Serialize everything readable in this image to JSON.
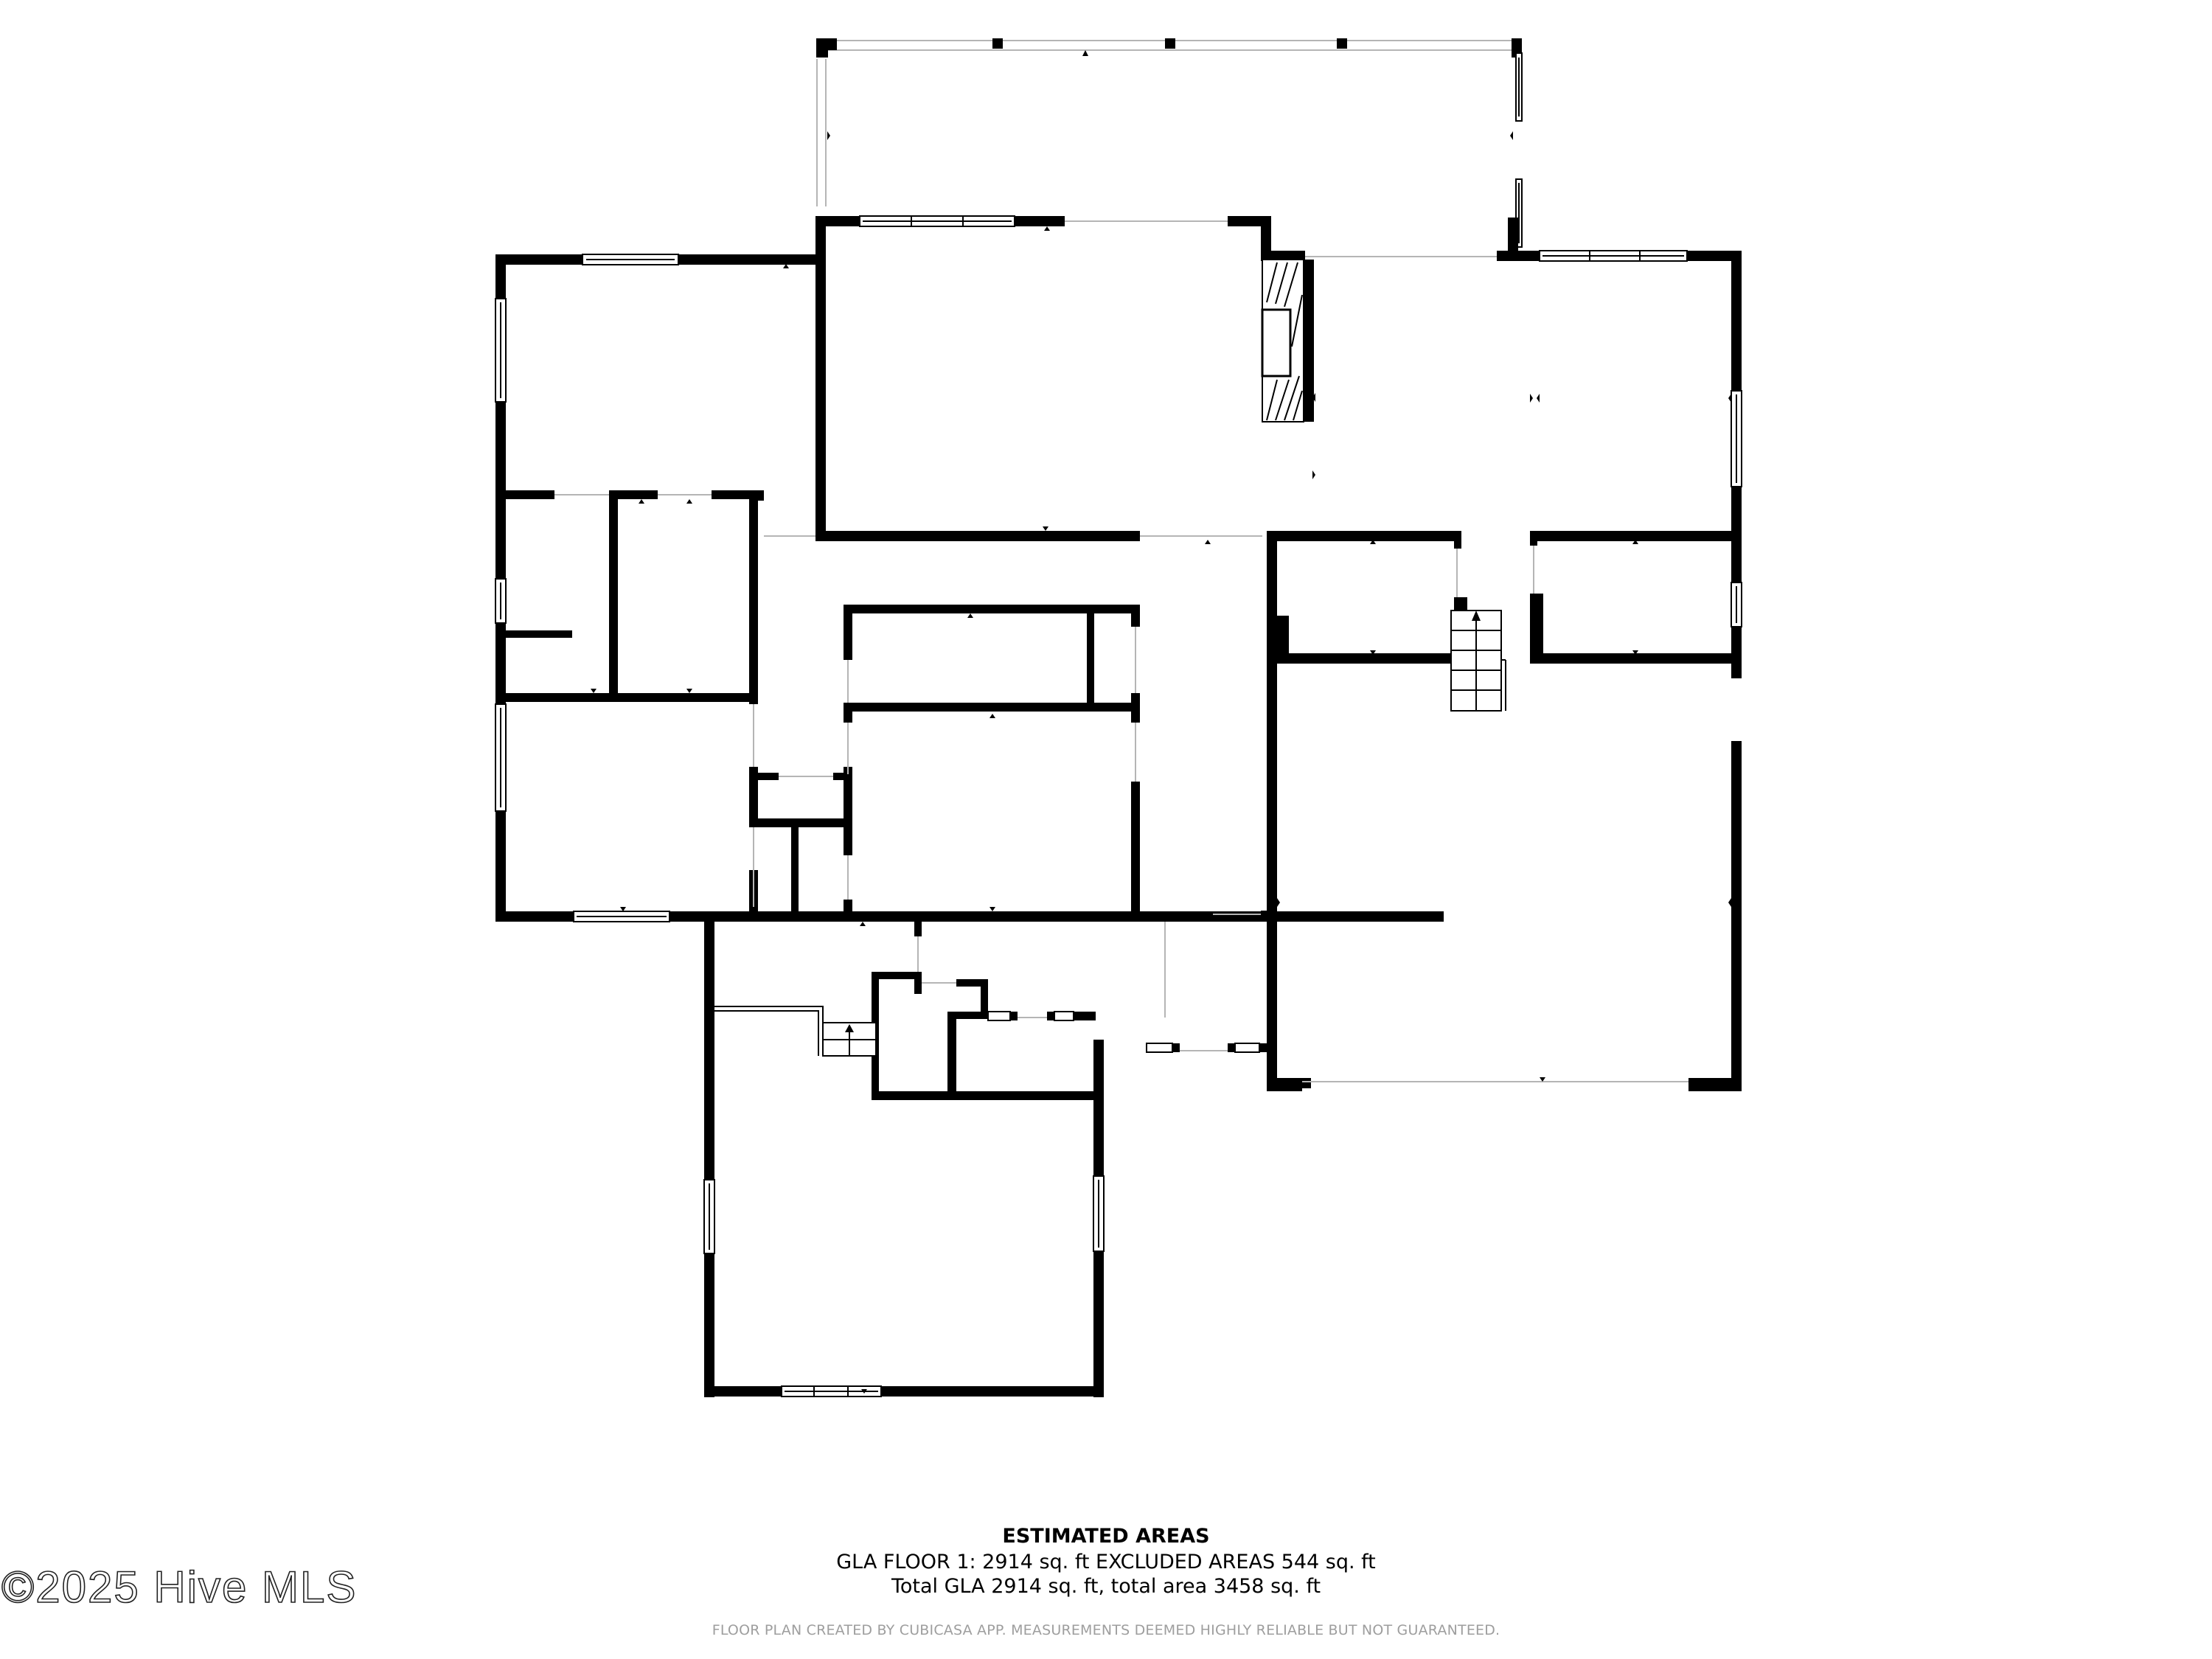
{
  "plan": {
    "type": "floor-plan",
    "floor": "Floor 1",
    "rooms": [
      {
        "id": "covered-porch"
      },
      {
        "id": "bedroom-left-upper"
      },
      {
        "id": "great-room"
      },
      {
        "id": "living-right"
      },
      {
        "id": "closet-left-a"
      },
      {
        "id": "closet-left-b"
      },
      {
        "id": "bedroom-left-lower"
      },
      {
        "id": "hallway"
      },
      {
        "id": "bath-center-upper"
      },
      {
        "id": "bedroom-center"
      },
      {
        "id": "utility-left"
      },
      {
        "id": "utility-right"
      },
      {
        "id": "stairs-garage"
      },
      {
        "id": "garage"
      },
      {
        "id": "laundry"
      },
      {
        "id": "bath-lower"
      },
      {
        "id": "bonus-room"
      },
      {
        "id": "stairs-bonus"
      }
    ],
    "features": [
      "fireplace",
      "stairs-up-garage",
      "stairs-up-bonus"
    ]
  },
  "areas": {
    "title": "ESTIMATED AREAS",
    "line1": "GLA FLOOR 1: 2914 sq. ft EXCLUDED AREAS 544 sq. ft",
    "line2": "Total GLA 2914 sq. ft, total area 3458 sq. ft",
    "gla_floor_1_sqft": 2914,
    "excluded_areas_sqft": 544,
    "total_gla_sqft": 2914,
    "total_area_sqft": 3458
  },
  "disclaimer": "FLOOR PLAN CREATED BY CUBICASA APP. MEASUREMENTS DEEMED HIGHLY RELIABLE BUT NOT GUARANTEED.",
  "watermark": "©2025 Hive MLS",
  "colors": {
    "wall": "#000000",
    "background": "#ffffff",
    "opening": "#b5b5b5",
    "disclaimer_text": "#9e9e9e"
  }
}
